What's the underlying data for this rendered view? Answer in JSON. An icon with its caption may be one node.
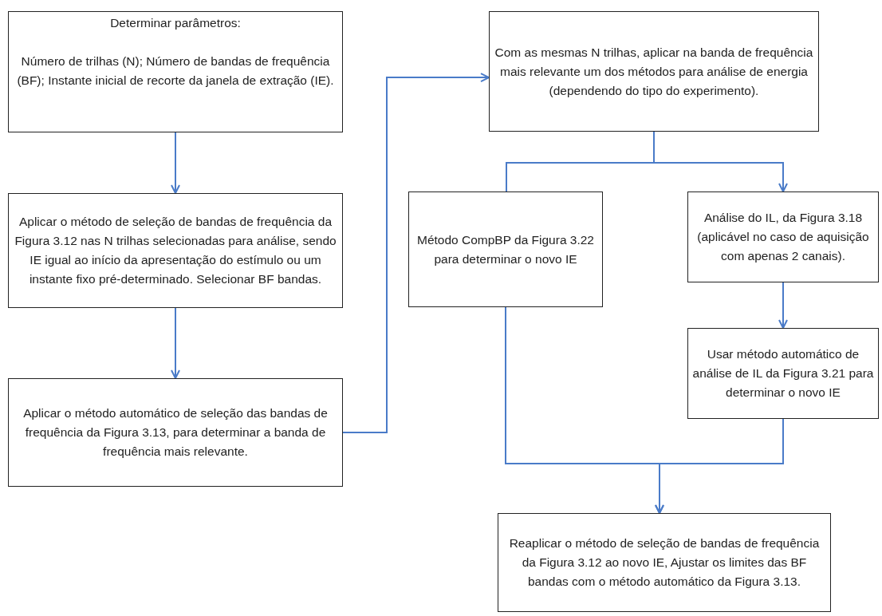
{
  "diagram": {
    "nodes": [
      {
        "text": [
          "Determinar parâmetros:",
          "Número de trilhas (N); Número de bandas de frequência (BF); Instante inicial de recorte da janela de extração (IE)."
        ]
      },
      {
        "text": [
          "Aplicar o método de seleção de bandas de frequência da Figura 3.12 nas N trilhas selecionadas para análise, sendo IE igual ao início da apresentação do estímulo ou um instante fixo pré-determinado. Selecionar BF bandas."
        ]
      },
      {
        "text": [
          "Aplicar o método automático de seleção das bandas de frequência da Figura 3.13, para determinar a banda de frequência mais relevante."
        ]
      },
      {
        "text": [
          "Com as mesmas N trilhas, aplicar na banda de frequência mais relevante um dos métodos para análise de energia (dependendo do tipo do experimento)."
        ]
      },
      {
        "text": [
          "Método CompBP da Figura 3.22 para determinar o novo IE"
        ]
      },
      {
        "text": [
          "Análise do IL, da Figura 3.18 (aplicável no caso de aquisição com apenas 2 canais)."
        ]
      },
      {
        "text": [
          "Usar método automático de análise de IL da Figura 3.21 para determinar o novo IE"
        ]
      },
      {
        "text": [
          "Reaplicar o método de seleção de bandas de frequência da Figura 3.12 ao novo IE, Ajustar os limites das BF bandas com o método automático da Figura 3.13."
        ]
      }
    ],
    "edges": [
      {
        "from": 0,
        "to": 1,
        "arrow": "to"
      },
      {
        "from": 1,
        "to": 2,
        "arrow": "to"
      },
      {
        "from": 2,
        "to": 3,
        "arrow": "to"
      },
      {
        "from": 3,
        "to": 4,
        "arrow": "none"
      },
      {
        "from": 3,
        "to": 5,
        "arrow": "to"
      },
      {
        "from": 5,
        "to": 6,
        "arrow": "to"
      },
      {
        "from": 4,
        "to": 7,
        "arrow": "to"
      },
      {
        "from": 6,
        "to": 7,
        "arrow": "to"
      }
    ]
  }
}
